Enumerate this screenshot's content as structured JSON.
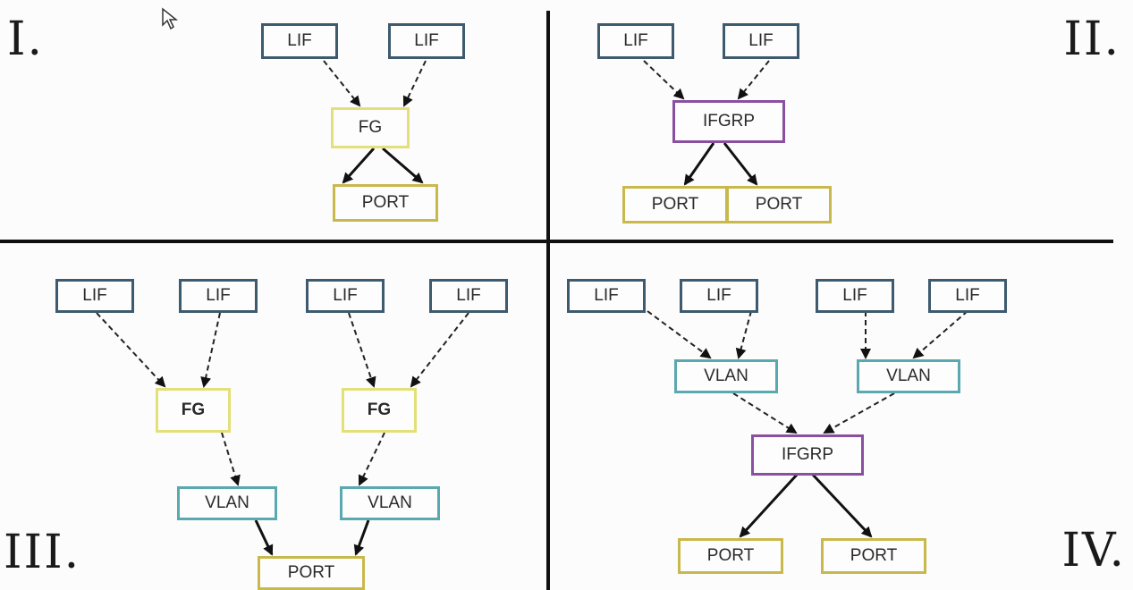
{
  "quadrants": {
    "q1": {
      "label": "I.",
      "lif_1": "LIF",
      "lif_2": "LIF",
      "fg": "FG",
      "port": "PORT"
    },
    "q2": {
      "label": "II.",
      "lif_1": "LIF",
      "lif_2": "LIF",
      "ifgrp": "IFGRP",
      "port_1": "PORT",
      "port_2": "PORT"
    },
    "q3": {
      "label": "III.",
      "lif_1": "LIF",
      "lif_2": "LIF",
      "lif_3": "LIF",
      "lif_4": "LIF",
      "fg_1": "FG",
      "fg_2": "FG",
      "vlan_1": "VLAN",
      "vlan_2": "VLAN",
      "port": "PORT"
    },
    "q4": {
      "label": "IV.",
      "lif_1": "LIF",
      "lif_2": "LIF",
      "lif_3": "LIF",
      "lif_4": "LIF",
      "vlan_1": "VLAN",
      "vlan_2": "VLAN",
      "ifgrp": "IFGRP",
      "port_1": "PORT",
      "port_2": "PORT"
    }
  },
  "colors": {
    "lif_border": "#3d5a6e",
    "fg_border": "#e3e07a",
    "port_border": "#c9b84c",
    "ifgrp_border": "#8a4fa0",
    "vlan_border": "#5aa8b0",
    "divider": "#111111"
  },
  "icons": {
    "cursor": "mouse-pointer-icon"
  }
}
